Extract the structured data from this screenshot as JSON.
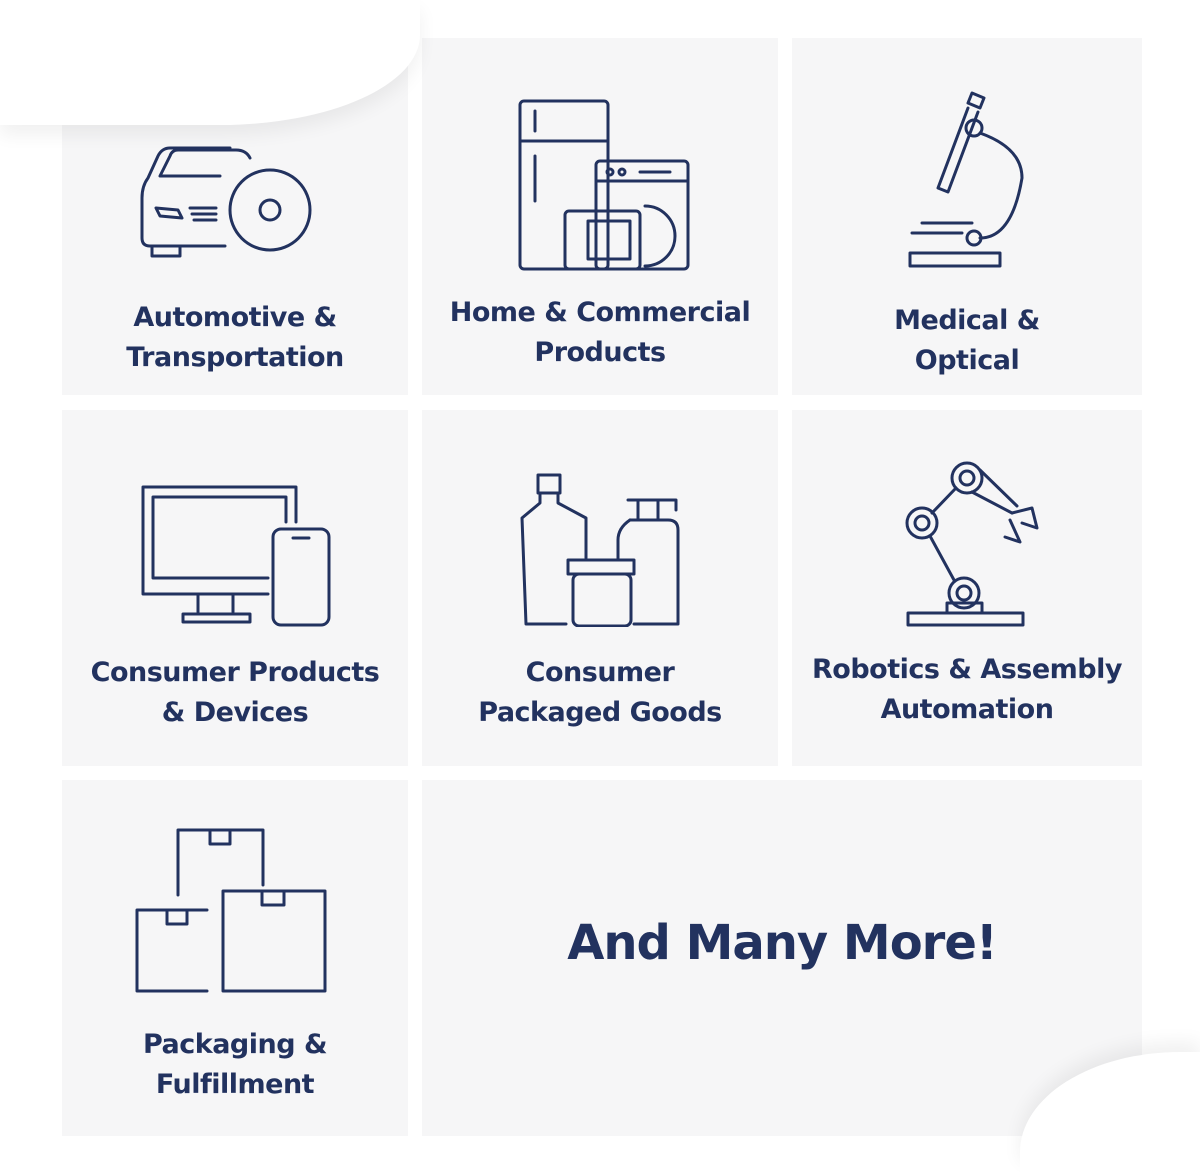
{
  "accent_color": "#22325f",
  "tiles": [
    {
      "label_1": "Automotive &",
      "label_2": "Transportation",
      "icon": "car-gear-icon"
    },
    {
      "label_1": "Home & Commercial",
      "label_2": "Products",
      "icon": "appliances-icon"
    },
    {
      "label_1": "Medical &",
      "label_2": "Optical",
      "icon": "microscope-icon"
    },
    {
      "label_1": "Consumer Products",
      "label_2": "& Devices",
      "icon": "monitor-phone-icon"
    },
    {
      "label_1": "Consumer",
      "label_2": "Packaged Goods",
      "icon": "bottles-icon"
    },
    {
      "label_1": "Robotics & Assembly",
      "label_2": "Automation",
      "icon": "robot-arm-icon"
    },
    {
      "label_1": "Packaging &",
      "label_2": "Fulfillment",
      "icon": "boxes-icon"
    }
  ],
  "more_text": "And Many More!"
}
